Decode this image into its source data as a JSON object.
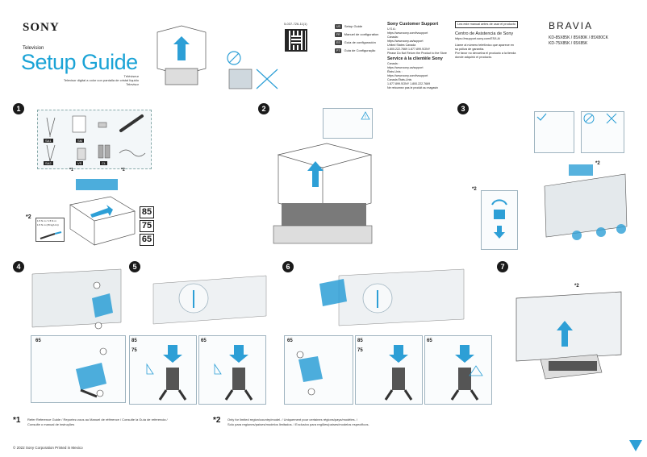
{
  "header": {
    "brand": "SONY",
    "category": "Television",
    "title": "Setup Guide",
    "subtitle_lines": [
      "Téléviseur",
      "Televisor digital a color con pantalla de cristal líquido",
      "Televisor"
    ],
    "doc_number": "5-037-726-11(1)",
    "languages": [
      {
        "code": "US",
        "label": "Setup Guide"
      },
      {
        "code": "FR",
        "label": "Manuel de configuration"
      },
      {
        "code": "ES",
        "label": "Guía de configuración"
      },
      {
        "code": "PT",
        "label": "Guia de Configuração"
      }
    ],
    "support": {
      "title": "Sony Customer Support",
      "lines": [
        "U.S.A.:",
        "https://www.sony.com/tvsupport",
        "Canada:",
        "https://www.sony.ca/support"
      ],
      "contact_us": "United States  Canada",
      "contact_numbers": "1.800.222.7669   1.877.899.SONY",
      "note": "Please Do Not Return the Product to the Store",
      "fr_title": "Service à la clientèle Sony",
      "fr_lines": [
        "Canada :",
        "https://www.sony.ca/support",
        "États-Unis :",
        "https://www.sony.com/tvsupport"
      ],
      "fr_contact": "Canada          États-Unis",
      "fr_numbers": "1.877.899.SONY       1.800.222.7669",
      "fr_note": "Ne retournez pas le produit au magasin"
    },
    "spanish": {
      "boxed": "Lea este manual antes de usar el producto",
      "title": "Centro de Asistencia de Sony",
      "url": "https://esupport.sony.com/ES/LA/",
      "lines": [
        "Llame al número telefónico que aparece en",
        "su póliza de garantía.",
        "Por favor no devuelva el producto a la tienda",
        "donde adquirió el producto."
      ]
    },
    "product_line": "BRAVIA",
    "models": [
      "KD-85X85K / 85X80K / 85X80CK",
      "KD-75X85K / 65X85K"
    ]
  },
  "steps": [
    {
      "num": "1"
    },
    {
      "num": "2"
    },
    {
      "num": "3"
    },
    {
      "num": "4"
    },
    {
      "num": "5"
    },
    {
      "num": "6"
    },
    {
      "num": "7"
    }
  ],
  "parts": [
    "SA1",
    "SM",
    "SA2",
    "VS",
    "CL"
  ],
  "sizes": [
    "85",
    "75",
    "65"
  ],
  "screw_note": "1.5 N·m (15 kgf·cm)",
  "screw_note2": "1.5 N·m / 1.5 N·m",
  "labels": {
    "star1": "*1",
    "star2": "*2",
    "s65": "65",
    "s85": "85",
    "s75": "75"
  },
  "footnotes": {
    "n1": "Refer Reference Guide / Reportez-vous au Manuel de référence / Consulte la Guía de referencia /",
    "n1b": "Consulte o manual de instruções",
    "n2": "Only for limited region/country/model. / Uniquement pour certaines régions/pays/modèles. /",
    "n2b": "Solo para regiones/países/modelos limitados. / Exclusivo para regiões/países/modelos específicos."
  },
  "copyright": "© 2022 Sony Corporation  Printed in Mexico"
}
